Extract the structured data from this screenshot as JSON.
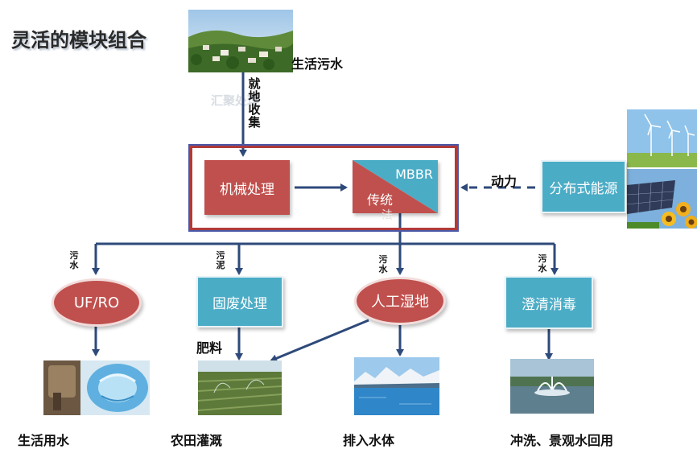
{
  "title": "灵活的模块组合",
  "source_label": "生活污水",
  "collect_label": "就地收集",
  "collect_overlay": "汇聚处理",
  "power_label": "动力",
  "nodes": {
    "mechanical": "机械处理",
    "mbbr_top": "MBBR",
    "mbbr_bottom": "传统",
    "mbbr_overflow": "法",
    "distributed_energy": "分布式能源",
    "uf_ro": "UF/RO",
    "solid_waste": "固废处理",
    "wetland": "人工湿地",
    "clarify": "澄清消毒"
  },
  "branch_labels": {
    "b1": "污水",
    "b2": "污泥",
    "b3": "污水",
    "b4": "污水"
  },
  "fertilizer_label": "肥料",
  "outputs": [
    "生活用水",
    "农田灌溉",
    "排入水体",
    "冲洗、景观水回用"
  ],
  "colors": {
    "box_red": "#c0504d",
    "box_teal": "#4bacc6",
    "arrow": "#2e4a7a",
    "frame_red": "#b03a3a",
    "frame_blue": "#4a58a8"
  }
}
